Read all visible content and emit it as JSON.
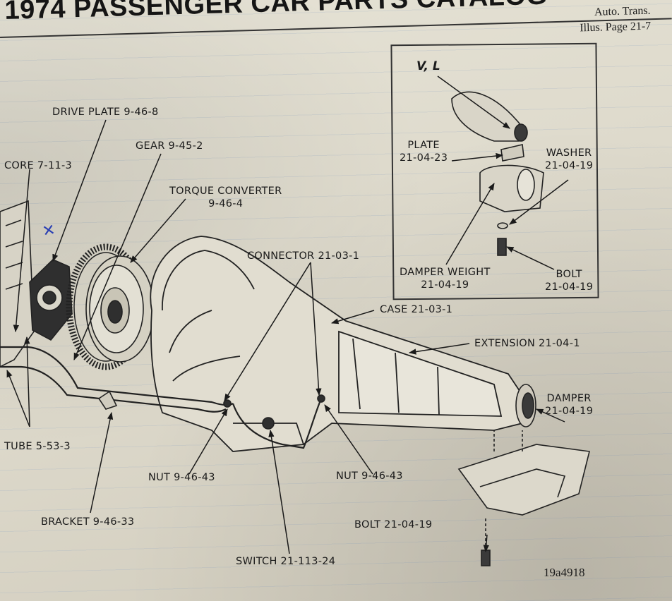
{
  "header": {
    "title": "1974 PASSENGER CAR PARTS CATALOG",
    "section": "Auto. Trans.",
    "page": "Illus. Page 21-7"
  },
  "inset": {
    "variant": "V, L",
    "plate": {
      "name": "PLATE",
      "part": "21-04-23"
    },
    "washer": {
      "name": "WASHER",
      "part": "21-04-19"
    },
    "damper_weight": {
      "name": "DAMPER WEIGHT",
      "part": "21-04-19"
    },
    "bolt": {
      "name": "BOLT",
      "part": "21-04-19"
    }
  },
  "callouts": {
    "drive_plate": "DRIVE PLATE 9-46-8",
    "gear": "GEAR 9-45-2",
    "core": "CORE 7-11-3",
    "torque_converter": {
      "name": "TORQUE CONVERTER",
      "part": "9-46-4"
    },
    "connector": "CONNECTOR 21-03-1",
    "case": "CASE 21-03-1",
    "extension": "EXTENSION 21-04-1",
    "damper": {
      "name": "DAMPER",
      "part": "21-04-19"
    },
    "tube": "TUBE 5-53-3",
    "nut_left": "NUT 9-46-43",
    "nut_right": "NUT 9-46-43",
    "bracket": "BRACKET 9-46-33",
    "bolt": "BOLT 21-04-19",
    "switch": "SWITCH 21-113-24"
  },
  "figure_number": "19a4918",
  "colors": {
    "paper": "#e2dfd2",
    "ink": "#1c1c1c",
    "pen_mark": "#2a3fb3"
  }
}
